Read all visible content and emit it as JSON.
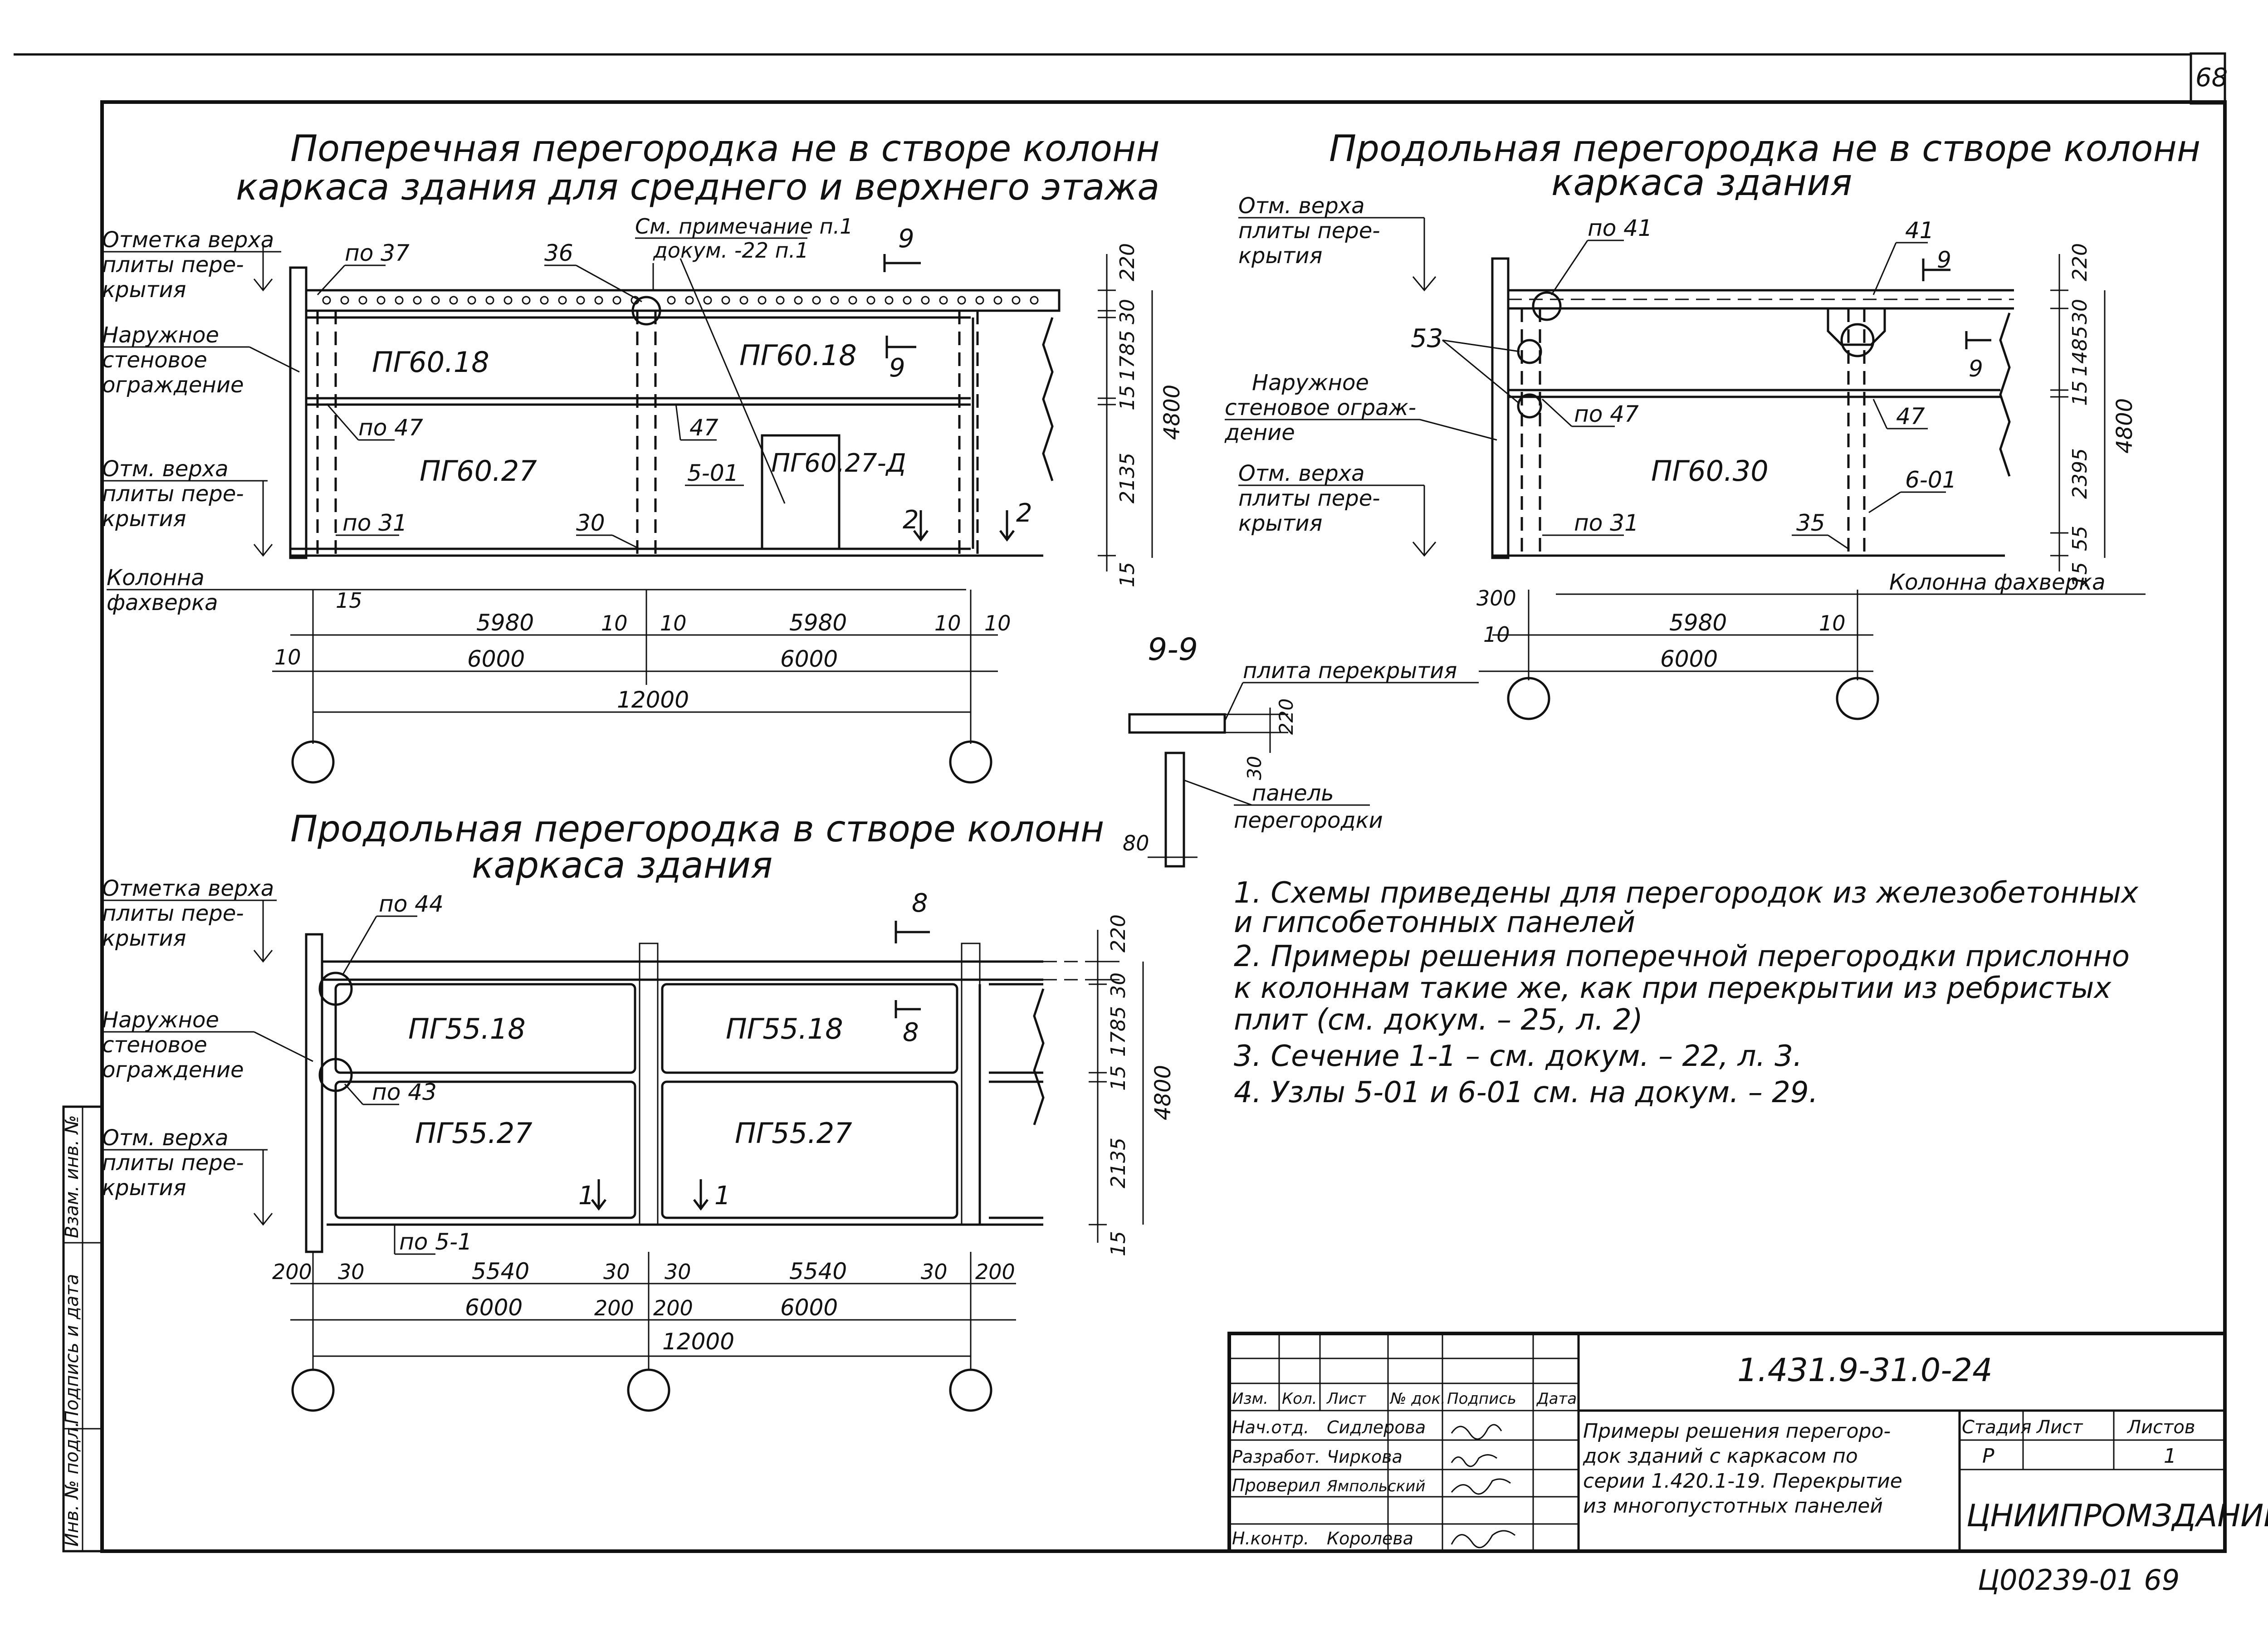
{
  "sheet": {
    "number": "68",
    "stamp": "Ц00239-01  69"
  },
  "left_strip": {
    "labels": [
      "Инв. № подл.",
      "Подпись и дата",
      "Взам. инв. №"
    ]
  },
  "diagram_a": {
    "title1": "Поперечная перегородка не в створе колонн",
    "title2": "каркаса здания для среднего и верхнего этажа",
    "callouts": {
      "top_level_1": "Отметка верха",
      "top_level_2": "плиты пере-",
      "top_level_3": "крытия",
      "wall_1": "Наружное",
      "wall_2": "стеновое",
      "wall_3": "ограждение",
      "bottom_level_1": "Отм. верха",
      "bottom_level_2": "плиты пере-",
      "bottom_level_3": "крытия",
      "column_1": "Колонна",
      "column_2": "фахверка",
      "note_ref_1": "См. примечание п.1",
      "note_ref_2": "докум. -22 п.1"
    },
    "tags": [
      "по 37",
      "36",
      "по 47",
      "47",
      "по 31",
      "30",
      "5-01",
      "9",
      "9",
      "2",
      "2"
    ],
    "panels": [
      "ПГ60.18",
      "ПГ60.18",
      "ПГ60.27",
      "ПГ60.27-Д"
    ],
    "dims_right": [
      "220",
      "30",
      "1785",
      "15",
      "2135",
      "4800",
      "15"
    ],
    "dims_bottom": [
      "15",
      "5980",
      "10",
      "10",
      "5980",
      "10",
      "10",
      "10",
      "6000",
      "6000",
      "12000"
    ]
  },
  "diagram_b": {
    "title1": "Продольная перегородка не в створе колонн",
    "title2": "каркаса здания",
    "callouts": {
      "top_level_1": "Отм. верха",
      "top_level_2": "плиты пере-",
      "top_level_3": "крытия",
      "wall_1": "Наружное",
      "wall_2": "стеновое ограж-",
      "wall_3": "дение",
      "bottom_level_1": "Отм. верха",
      "bottom_level_2": "плиты пере-",
      "bottom_level_3": "крытия",
      "column": "Колонна фахверка"
    },
    "tags": [
      "по 41",
      "41",
      "9",
      "9",
      "53",
      "по 47",
      "47",
      "6-01",
      "по 31",
      "35"
    ],
    "panels": [
      "ПГ60.30"
    ],
    "dims_right": [
      "220",
      "30",
      "1485",
      "15",
      "2395",
      "4800",
      "55",
      "15"
    ],
    "dims_bottom": [
      "300",
      "10",
      "5980",
      "10",
      "6000"
    ]
  },
  "section_9": {
    "title": "9-9",
    "slab_label": "плита перекрытия",
    "panel_label_1": "панель",
    "panel_label_2": "перегородки",
    "dims": [
      "220",
      "30",
      "80"
    ]
  },
  "diagram_c": {
    "title1": "Продольная перегородка в створе колонн",
    "title2": "каркаса здания",
    "callouts": {
      "top_level_1": "Отметка верха",
      "top_level_2": "плиты пере-",
      "top_level_3": "крытия",
      "wall_1": "Наружное",
      "wall_2": "стеновое",
      "wall_3": "ограждение",
      "bottom_level_1": "Отм. верха",
      "bottom_level_2": "плиты пере-",
      "bottom_level_3": "крытия"
    },
    "tags": [
      "по 44",
      "по 43",
      "по 5-1",
      "8",
      "8",
      "1",
      "1"
    ],
    "panels": [
      "ПГ55.18",
      "ПГ55.18",
      "ПГ55.27",
      "ПГ55.27"
    ],
    "dims_right": [
      "220",
      "30",
      "1785",
      "15",
      "2135",
      "4800",
      "15"
    ],
    "dims_bottom": [
      "200",
      "30",
      "5540",
      "30",
      "30",
      "5540",
      "30",
      "200",
      "6000",
      "200",
      "200",
      "6000",
      "12000"
    ]
  },
  "notes": [
    "1. Схемы приведены для перегородок из железобетонных",
    "   и гипсобетонных панелей",
    "2. Примеры решения поперечной перегородки прислонно",
    "   к колоннам такие же, как при перекрытии из ребристых",
    "   плит (см. докум. – 25, л. 2)",
    "3. Сечение 1-1 – см. докум. – 22, л. 3.",
    "4. Узлы 5-01 и 6-01 см. на докум. – 29."
  ],
  "title_block": {
    "code": "1.431.9-31.0-24",
    "header": [
      "Изм.",
      "Кол.",
      "Лист",
      "№ док.",
      "Подпись",
      "Дата"
    ],
    "rows": [
      {
        "role": "Нач.отд.",
        "name": "Сидлерова"
      },
      {
        "role": "Разработ.",
        "name": "Чиркова"
      },
      {
        "role": "Проверил",
        "name": "Ямпольский"
      },
      {
        "role": "",
        "name": ""
      },
      {
        "role": "Н.контр.",
        "name": "Королева"
      }
    ],
    "description": [
      "Примеры решения перегоро-",
      "док зданий с каркасом по",
      "серии 1.420.1-19. Перекрытие",
      "из многопустотных панелей"
    ],
    "stage_header": [
      "Стадия",
      "Лист",
      "Листов"
    ],
    "stage_values": [
      "Р",
      "",
      "1"
    ],
    "organization": "ЦНИИПРОМЗДАНИЙ"
  }
}
